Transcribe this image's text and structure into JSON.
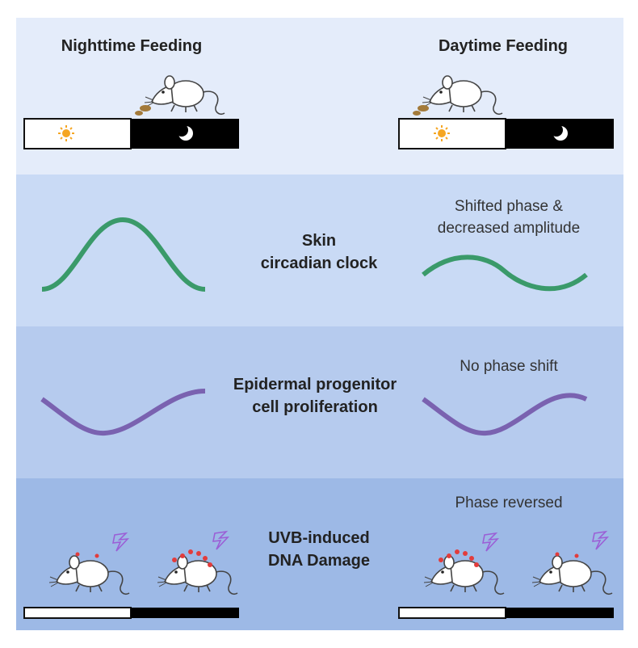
{
  "headers": {
    "left": "Nighttime Feeding",
    "right": "Daytime Feeding"
  },
  "rows": {
    "clock": {
      "line1": "Skin",
      "line2": "circadian clock",
      "right_note_line1": "Shifted phase &",
      "right_note_line2": "decreased amplitude"
    },
    "proliferation": {
      "line1": "Epidermal progenitor",
      "line2": "cell proliferation",
      "right_note": "No phase shift"
    },
    "damage": {
      "line1": "UVB-induced",
      "line2": "DNA Damage",
      "right_note": "Phase reversed"
    }
  },
  "colors": {
    "band1": "#e4ecfa",
    "band2": "#c9daf5",
    "band3": "#b6cbee",
    "band4": "#9db9e6",
    "clock_wave": "#3a9a6a",
    "proliferation_wave": "#7a62b0",
    "sun": "#f5a623",
    "lightning": "#9b5fd6",
    "damage_dot": "#e23c3c"
  },
  "icons": [
    "sun-icon",
    "moon-icon",
    "mouse-icon",
    "lightning-icon"
  ]
}
